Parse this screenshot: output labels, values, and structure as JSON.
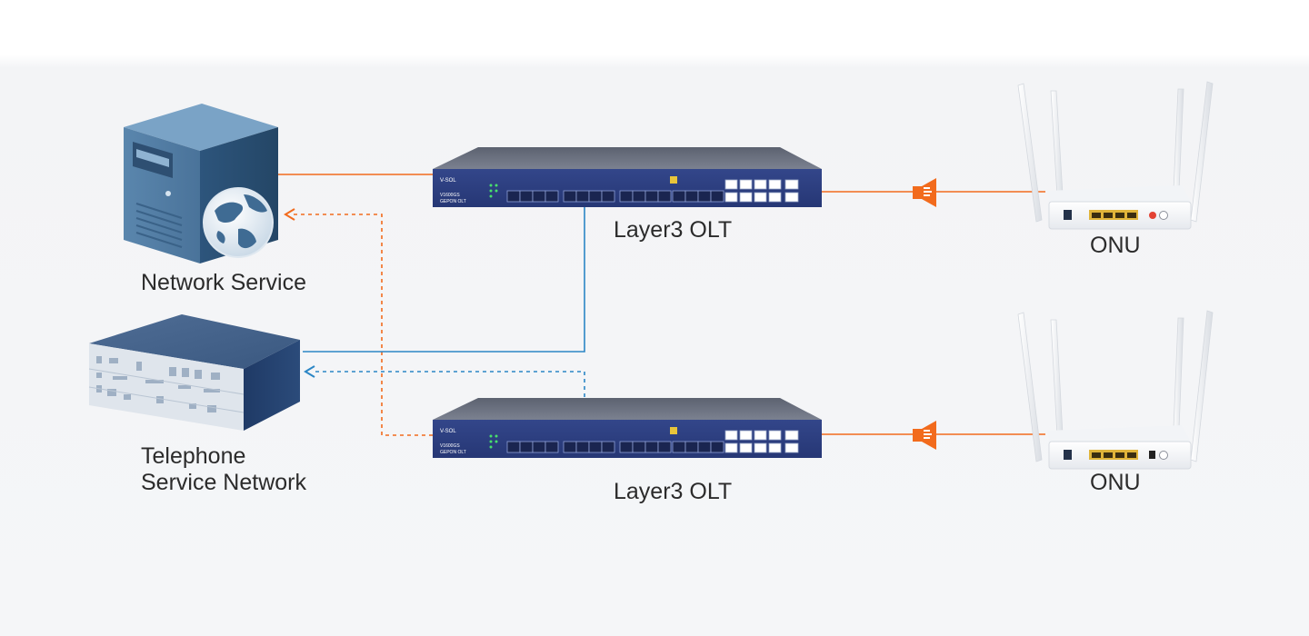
{
  "labels": {
    "network_service": "Network Service",
    "telephone_line1": "Telephone",
    "telephone_line2": "Service Network",
    "olt_top": "Layer3 OLT",
    "olt_bottom": "Layer3 OLT",
    "onu_top": "ONU",
    "onu_bottom": "ONU"
  },
  "device_text": {
    "olt_brand": "V-SOL",
    "olt_model": "V1600GS",
    "olt_type": "GEPON OLT"
  },
  "colors": {
    "orange": "#f26b1d",
    "blue": "#2b86c5",
    "olt_body": "#2c3f80",
    "server_blue": "#456e96"
  },
  "icons": [
    "server-icon",
    "globe-icon",
    "pbx-rack-icon",
    "olt-switch-icon",
    "splitter-icon",
    "router-icon"
  ]
}
